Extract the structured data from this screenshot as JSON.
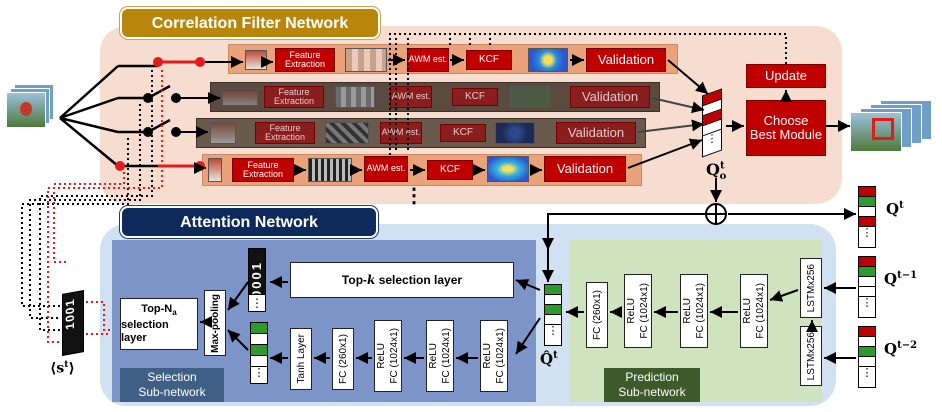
{
  "correlation_filter_network": {
    "title": "Correlation Filter Network",
    "modules": [
      {
        "feature": "Feature Extraction",
        "awm": "AWM est.",
        "kcf": "KCF",
        "validation": "Validation"
      },
      {
        "feature": "Feature Extraction",
        "awm": "AWM est.",
        "kcf": "KCF",
        "validation": "Validation"
      },
      {
        "feature": "Feature Extraction",
        "awm": "AWM est.",
        "kcf": "KCF",
        "validation": "Validation"
      },
      {
        "feature": "Feature Extraction",
        "awm": "AWM est.",
        "kcf": "KCF",
        "validation": "Validation"
      }
    ],
    "update": "Update",
    "choose_best": "Choose Best Module",
    "q_o": "Q",
    "q_o_sup": "t",
    "q_o_sub": "o",
    "ellipsis": "⋮"
  },
  "attention_network": {
    "title": "Attention Network",
    "selection": {
      "label_line1": "Selection",
      "label_line2": "Sub-network",
      "topk": "Top-k selection layer",
      "topk_pre": "Top-",
      "topk_var": "k",
      "topk_post": " selection layer",
      "topna_pre": "Top-N",
      "topna_sub": "a",
      "topna_post": "selection layer",
      "maxpool": "Max-pooling",
      "tanh": "Tanh Layer",
      "fc260": "FC (260x1)",
      "relu_fc": [
        "ReLU",
        "FC (1024x1)"
      ],
      "binary_top": "0001",
      "binary_side": "1001",
      "s_t": "⟨s",
      "s_t_sup": "t",
      "s_t_close": "⟩"
    },
    "prediction": {
      "label_line1": "Prediction",
      "label_line2": "Sub-network",
      "fc260": "FC (260x1)",
      "relu_fc": [
        "ReLU",
        "FC (1024x1)"
      ],
      "lstm": "LSTMx256",
      "qhat": "Q̂",
      "qhat_sup": "t",
      "q_t": "Q",
      "q_t_sup": "t",
      "q_tm1_sup": "t−1",
      "q_tm2_sup": "t−2"
    }
  },
  "colors": {
    "cf_panel": "#f6ddd0",
    "att_panel": "#d2e1f1",
    "red_box": "#c00000",
    "selection_bg": "#7d94c9",
    "prediction_bg": "#cfe3be",
    "green_cell": "#2e9a2e"
  }
}
